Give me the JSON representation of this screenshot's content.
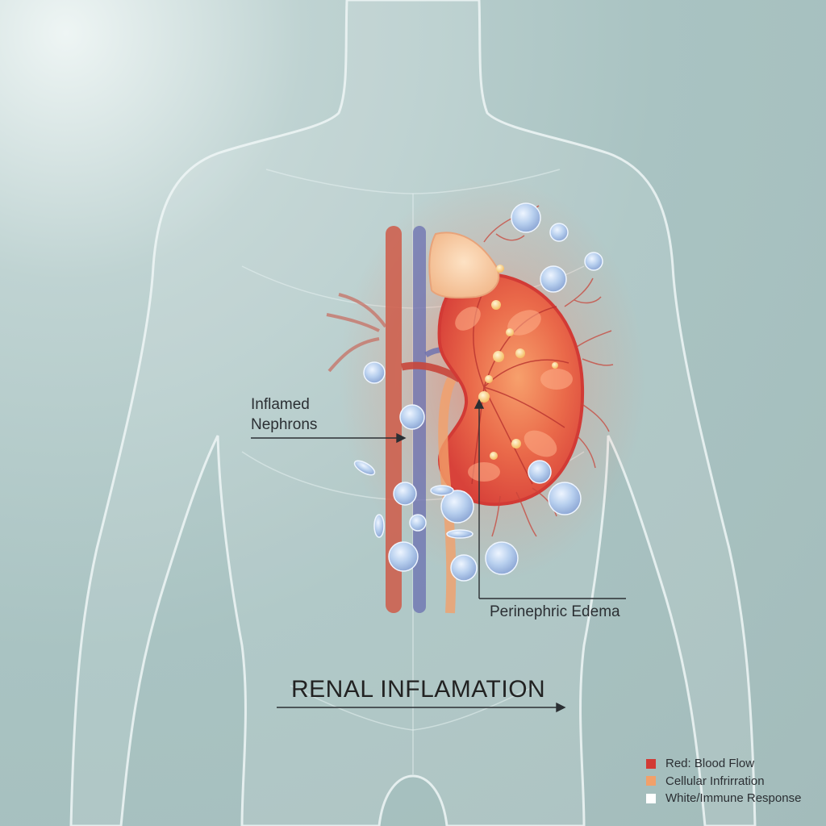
{
  "diagram": {
    "title": "RENAL INFLAMATION",
    "labels": {
      "inflamed_nephrons_line1": "Inflamed",
      "inflamed_nephrons_line2": "Nephrons",
      "perinephric_edema": "Perinephric Edema"
    }
  },
  "legend": {
    "items": [
      {
        "label": "Red: Blood Flow",
        "color": "#d23a35"
      },
      {
        "label": "Cellular Infrirration",
        "color": "#f2a06a"
      },
      {
        "label": "White/Immune Response",
        "color": "#ffffff"
      }
    ]
  },
  "colors": {
    "background": "#a9c3c2",
    "body_outline": "#eef6f6",
    "kidney": "#e8553f",
    "artery": "#c8463b",
    "vein": "#6a6fb0",
    "immune_cell": "#a9c8e6"
  }
}
